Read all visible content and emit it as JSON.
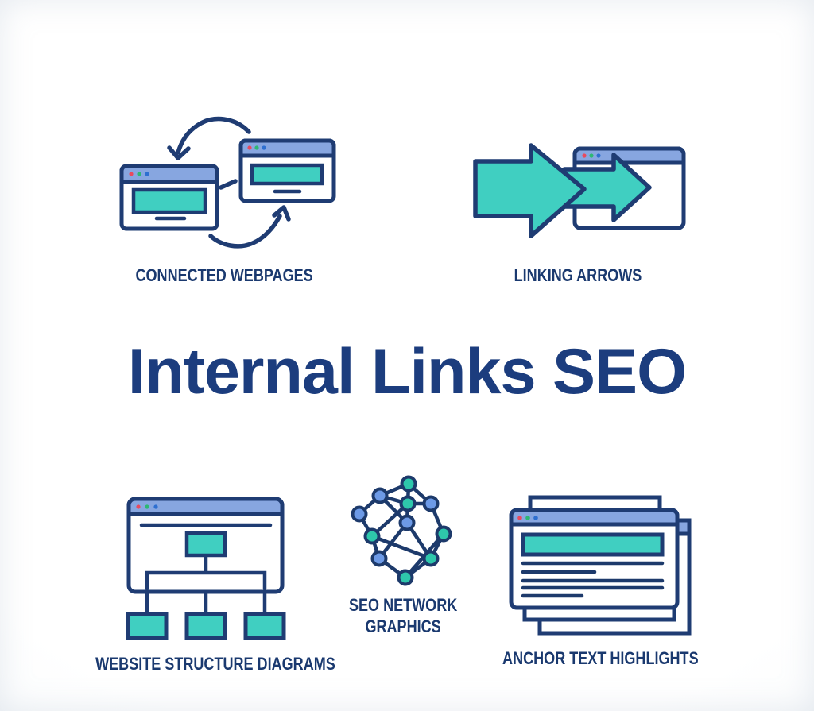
{
  "title": {
    "text": "Internal Links SEO"
  },
  "sections": {
    "connected_webpages": {
      "label": "CONNECTED WEBPAGES",
      "icon": "connected-webpages-icon"
    },
    "linking_arrows": {
      "label": "LINKING ARROWS",
      "icon": "linking-arrows-icon"
    },
    "website_structure": {
      "label": "WEBSITE STRUCTURE DIAGRAMS",
      "icon": "website-structure-icon"
    },
    "seo_network": {
      "label_lines": [
        "SEO NETWORK",
        "GRAPHICS"
      ],
      "icon": "seo-network-icon"
    },
    "anchor_text": {
      "label": "ANCHOR TEXT HIGHLIGHTS",
      "icon": "anchor-text-icon"
    }
  },
  "palette": {
    "outline_navy": "#1f3c73",
    "text_navy": "#1a396f",
    "title_navy": "#1c3d7e",
    "titlebar_blue": "#87a6e0",
    "teal_fill": "#40cfc1",
    "node_teal": "#2ec7ab",
    "node_blue": "#6d9ae6",
    "dot_red": "#e84a5e",
    "dot_green": "#2db873",
    "dot_blue": "#2e6fd0",
    "background": "#fcfdfe"
  }
}
